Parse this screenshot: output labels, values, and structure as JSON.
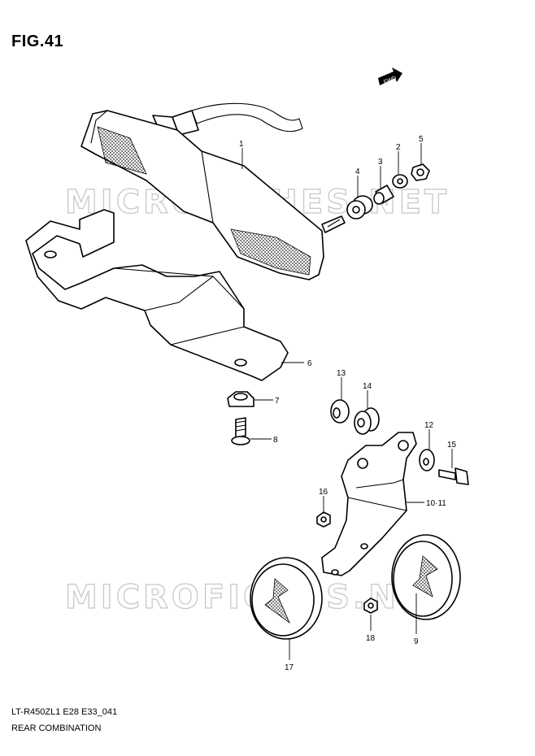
{
  "figure": {
    "title": "FIG.41",
    "fwd_label": "FWD",
    "model_code": "LT-R450ZL1  E28  E33_041",
    "assembly_name": "REAR COMBINATION"
  },
  "watermark": "MICROFICHES.NET",
  "callouts": [
    {
      "id": "1",
      "label": "1"
    },
    {
      "id": "2",
      "label": "2"
    },
    {
      "id": "3",
      "label": "3"
    },
    {
      "id": "4",
      "label": "4"
    },
    {
      "id": "5",
      "label": "5"
    },
    {
      "id": "6",
      "label": "6"
    },
    {
      "id": "7",
      "label": "7"
    },
    {
      "id": "8",
      "label": "8"
    },
    {
      "id": "9",
      "label": "9"
    },
    {
      "id": "10-11",
      "label": "10·11"
    },
    {
      "id": "12",
      "label": "12"
    },
    {
      "id": "13",
      "label": "13"
    },
    {
      "id": "14",
      "label": "14"
    },
    {
      "id": "15",
      "label": "15"
    },
    {
      "id": "16",
      "label": "16"
    },
    {
      "id": "17",
      "label": "17"
    },
    {
      "id": "18",
      "label": "18"
    }
  ]
}
